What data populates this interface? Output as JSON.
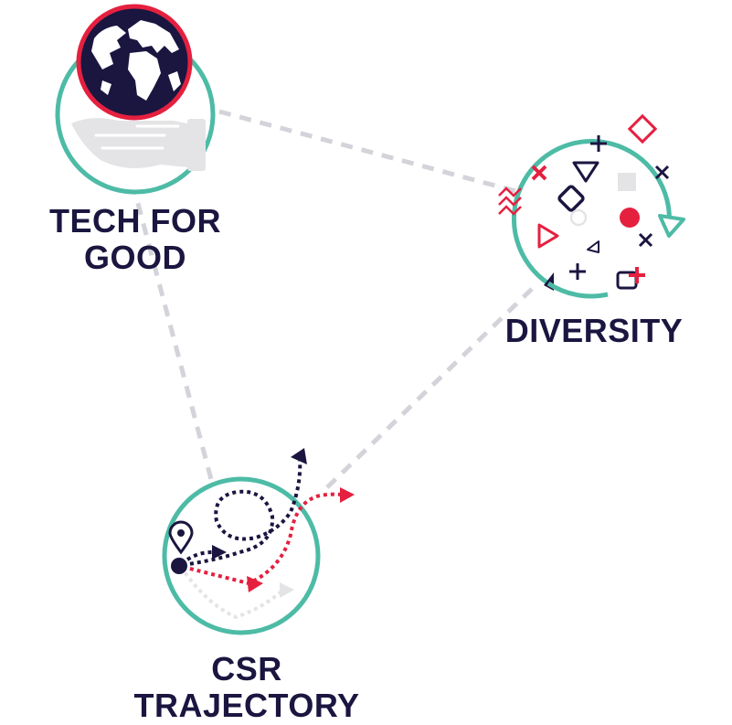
{
  "colors": {
    "navy": "#1a1640",
    "teal": "#4dbba6",
    "red": "#e5203f",
    "grey": "#d9d9d9",
    "dash": "#d3d3da"
  },
  "nodes": {
    "tech_for_good": {
      "line1": "TECH FOR",
      "line2": "GOOD",
      "icon": "globe-in-hand-icon"
    },
    "diversity": {
      "line1": "DIVERSITY",
      "icon": "diverse-shapes-icon"
    },
    "csr_trajectory": {
      "line1": "CSR",
      "line2": "TRAJECTORY",
      "icon": "trajectory-paths-icon"
    }
  }
}
